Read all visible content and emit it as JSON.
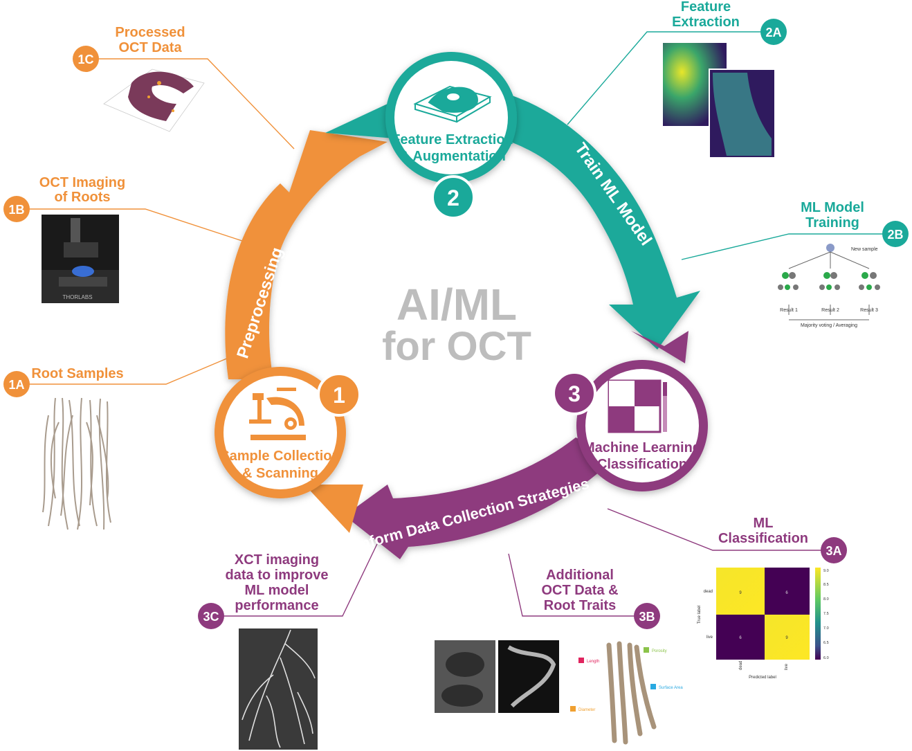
{
  "title": {
    "line1": "AI/ML",
    "line2": "for OCT"
  },
  "colors": {
    "orange": "#f0913a",
    "teal": "#1aa99a",
    "purple": "#8e3a7e",
    "gray": "#bdbdbd"
  },
  "stages": {
    "s1": {
      "number": "1",
      "line1": "Sample Collection",
      "line2": "& Scanning",
      "icon": "microscope-icon"
    },
    "s2": {
      "number": "2",
      "line1": "Feature Extraction",
      "line2": "& Augmentation",
      "icon": "3d-volume-icon"
    },
    "s3": {
      "number": "3",
      "line1": "Machine Learning",
      "line2": "Classification",
      "icon": "confusion-matrix-icon"
    }
  },
  "arrows": {
    "preprocessing": "Preprocessing",
    "train": "Train ML Model",
    "inform": "Inform Data Collection Strategies"
  },
  "callouts": {
    "c1a": {
      "badge": "1A",
      "lines": [
        "Root Samples"
      ]
    },
    "c1b": {
      "badge": "1B",
      "lines": [
        "OCT Imaging",
        "of Roots"
      ]
    },
    "c1c": {
      "badge": "1C",
      "lines": [
        "Processed",
        "OCT Data"
      ]
    },
    "c2a": {
      "badge": "2A",
      "lines": [
        "Feature",
        "Extraction"
      ]
    },
    "c2b": {
      "badge": "2B",
      "lines": [
        "ML Model",
        "Training"
      ]
    },
    "c3a": {
      "badge": "3A",
      "lines": [
        "ML",
        "Classification"
      ]
    },
    "c3b": {
      "badge": "3B",
      "lines": [
        "Additional",
        "OCT Data &",
        "Root Traits"
      ]
    },
    "c3c": {
      "badge": "3C",
      "lines": [
        "XCT imaging",
        "data to improve",
        "ML model",
        "performance"
      ]
    }
  },
  "tree_diagram": {
    "new_sample": "New sample",
    "results": [
      "Result 1",
      "Result 2",
      "Result 3"
    ],
    "voting": "Majority voting / Averaging"
  },
  "confusion_matrix": {
    "y_labels": [
      "dead",
      "live"
    ],
    "x_labels": [
      "dead",
      "live"
    ],
    "xlabel": "Predicted label",
    "ylabel": "True label",
    "cells": [
      "9",
      "6",
      "6",
      "9"
    ],
    "colorbar_ticks": [
      "9.0",
      "8.5",
      "8.0",
      "7.5",
      "7.0",
      "6.5",
      "6.0"
    ]
  },
  "root_traits": {
    "length": "Length",
    "porosity": "Porosity",
    "surface_area": "Surface Area",
    "diameter": "Diameter"
  },
  "microscope_brand": "THORLABS"
}
